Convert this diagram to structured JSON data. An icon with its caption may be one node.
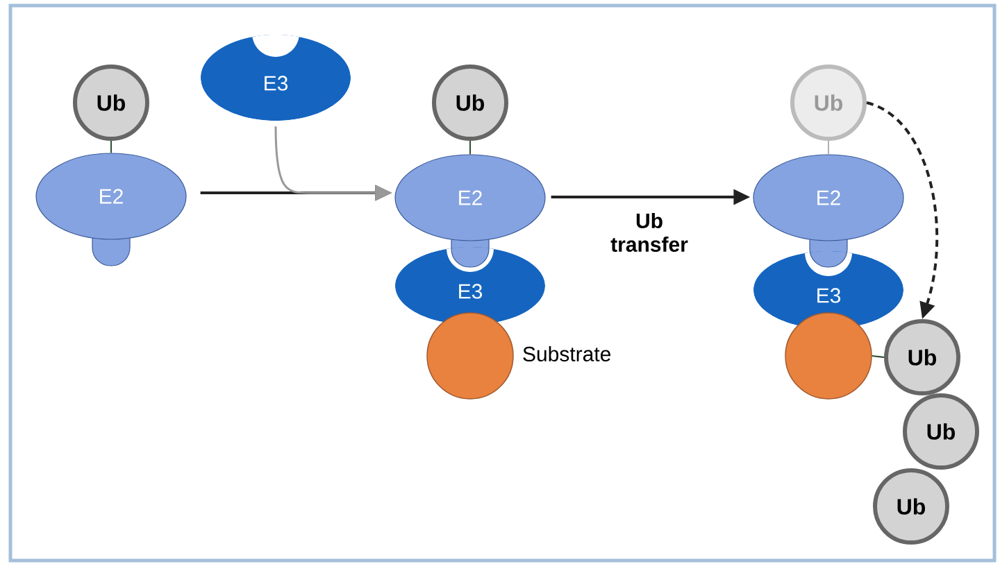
{
  "diagram": {
    "nodes": [
      {
        "text": [
          "Ub"
        ]
      },
      {
        "text": [
          "E2"
        ]
      },
      {
        "text": [
          "E3"
        ]
      },
      {
        "text": [
          "Ub"
        ]
      },
      {
        "text": [
          "E2"
        ]
      },
      {
        "text": [
          "E3"
        ]
      },
      {
        "text": [],
        "shape": "circle",
        "beside": [
          "Substrate"
        ]
      },
      {
        "text": [
          "Ub"
        ]
      },
      {
        "text": [
          "E2"
        ]
      },
      {
        "text": [
          "E3"
        ]
      },
      {
        "text": [],
        "shape": "circle"
      },
      {
        "text": [
          "Ub"
        ]
      },
      {
        "text": [
          "Ub"
        ]
      },
      {
        "text": [
          "Ub"
        ]
      }
    ],
    "edges": [
      {
        "from": 1,
        "to": 4,
        "arrow": "to"
      },
      {
        "from": 2,
        "to": 4,
        "arrow": "to",
        "color": "#999999"
      },
      {
        "from": 4,
        "to": 8,
        "arrow": "to",
        "label": "Ub transfer"
      },
      {
        "from": 7,
        "to": 11,
        "arrow": "to",
        "style": "dashed"
      },
      {
        "from": 0,
        "to": 1,
        "arrow": "none",
        "color": "#2f4f2f"
      },
      {
        "from": 3,
        "to": 4,
        "arrow": "none",
        "color": "#2f4f2f"
      },
      {
        "from": 7,
        "to": 8,
        "arrow": "none",
        "color": "#b0b0b0"
      },
      {
        "from": 10,
        "to": 11,
        "arrow": "none",
        "color": "#2f4f2f"
      }
    ]
  }
}
